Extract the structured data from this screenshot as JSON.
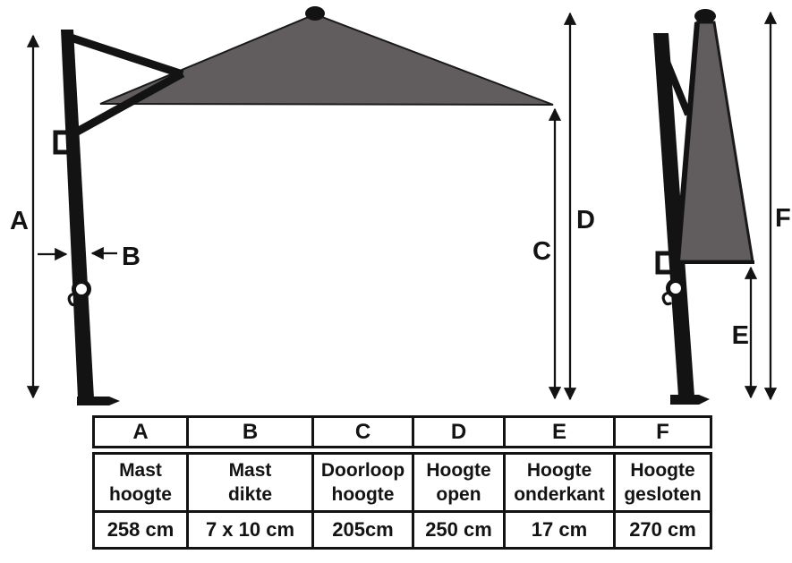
{
  "dimensions": {
    "A": "A",
    "B": "B",
    "C": "C",
    "D": "D",
    "E": "E",
    "F": "F"
  },
  "table": {
    "columns": [
      {
        "key": "A",
        "label": "Mast\nhoogte",
        "value": "258 cm"
      },
      {
        "key": "B",
        "label": "Mast\ndikte",
        "value": "7 x 10 cm"
      },
      {
        "key": "C",
        "label": "Doorloop\nhoogte",
        "value": "205cm"
      },
      {
        "key": "D",
        "label": "Hoogte\nopen",
        "value": "250 cm"
      },
      {
        "key": "E",
        "label": "Hoogte\nonderkant",
        "value": "17 cm"
      },
      {
        "key": "F",
        "label": "Hoogte\ngesloten",
        "value": "270 cm"
      }
    ]
  },
  "colors": {
    "canopy": "#615d5e",
    "ink": "#131313",
    "background": "#ffffff"
  }
}
